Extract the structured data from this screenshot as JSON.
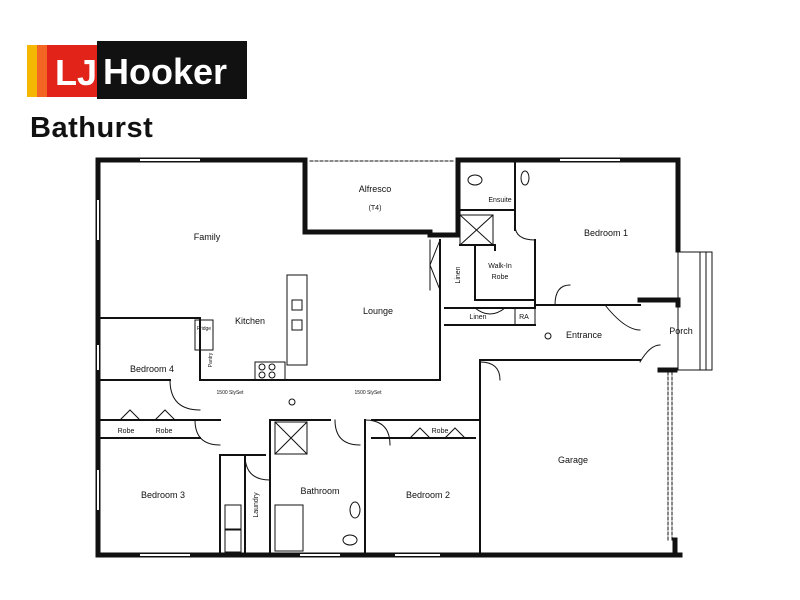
{
  "brand": {
    "logo_mark": "LJ",
    "logo_name": "Hooker",
    "office": "Bathurst",
    "colors": {
      "yellow": "#F5B800",
      "orange": "#F26522",
      "red": "#E2231A",
      "black": "#111111"
    }
  },
  "plan": {
    "rooms": {
      "family": "Family",
      "alfresco": "Alfresco",
      "alfresco_note": "(T4)",
      "ensuite": "Ensuite",
      "bedroom1": "Bedroom 1",
      "walkin": "Walk-In",
      "walkin2": "Robe",
      "linen_v": "Linen",
      "linen_h": "Linen",
      "ra": "RA",
      "kitchen": "Kitchen",
      "lounge": "Lounge",
      "entrance": "Entrance",
      "porch": "Porch",
      "bedroom4": "Bedroom 4",
      "robe_a": "Robe",
      "robe_b": "Robe",
      "robe_c": "Robe",
      "garage": "Garage",
      "bedroom3": "Bedroom 3",
      "laundry": "Laundry",
      "bathroom": "Bathroom",
      "bedroom2": "Bedroom 2",
      "pantry": "Pantry",
      "fridge": "Fridge",
      "sliding_a": "1500 SlySet",
      "sliding_b": "1500 SlySet"
    }
  }
}
